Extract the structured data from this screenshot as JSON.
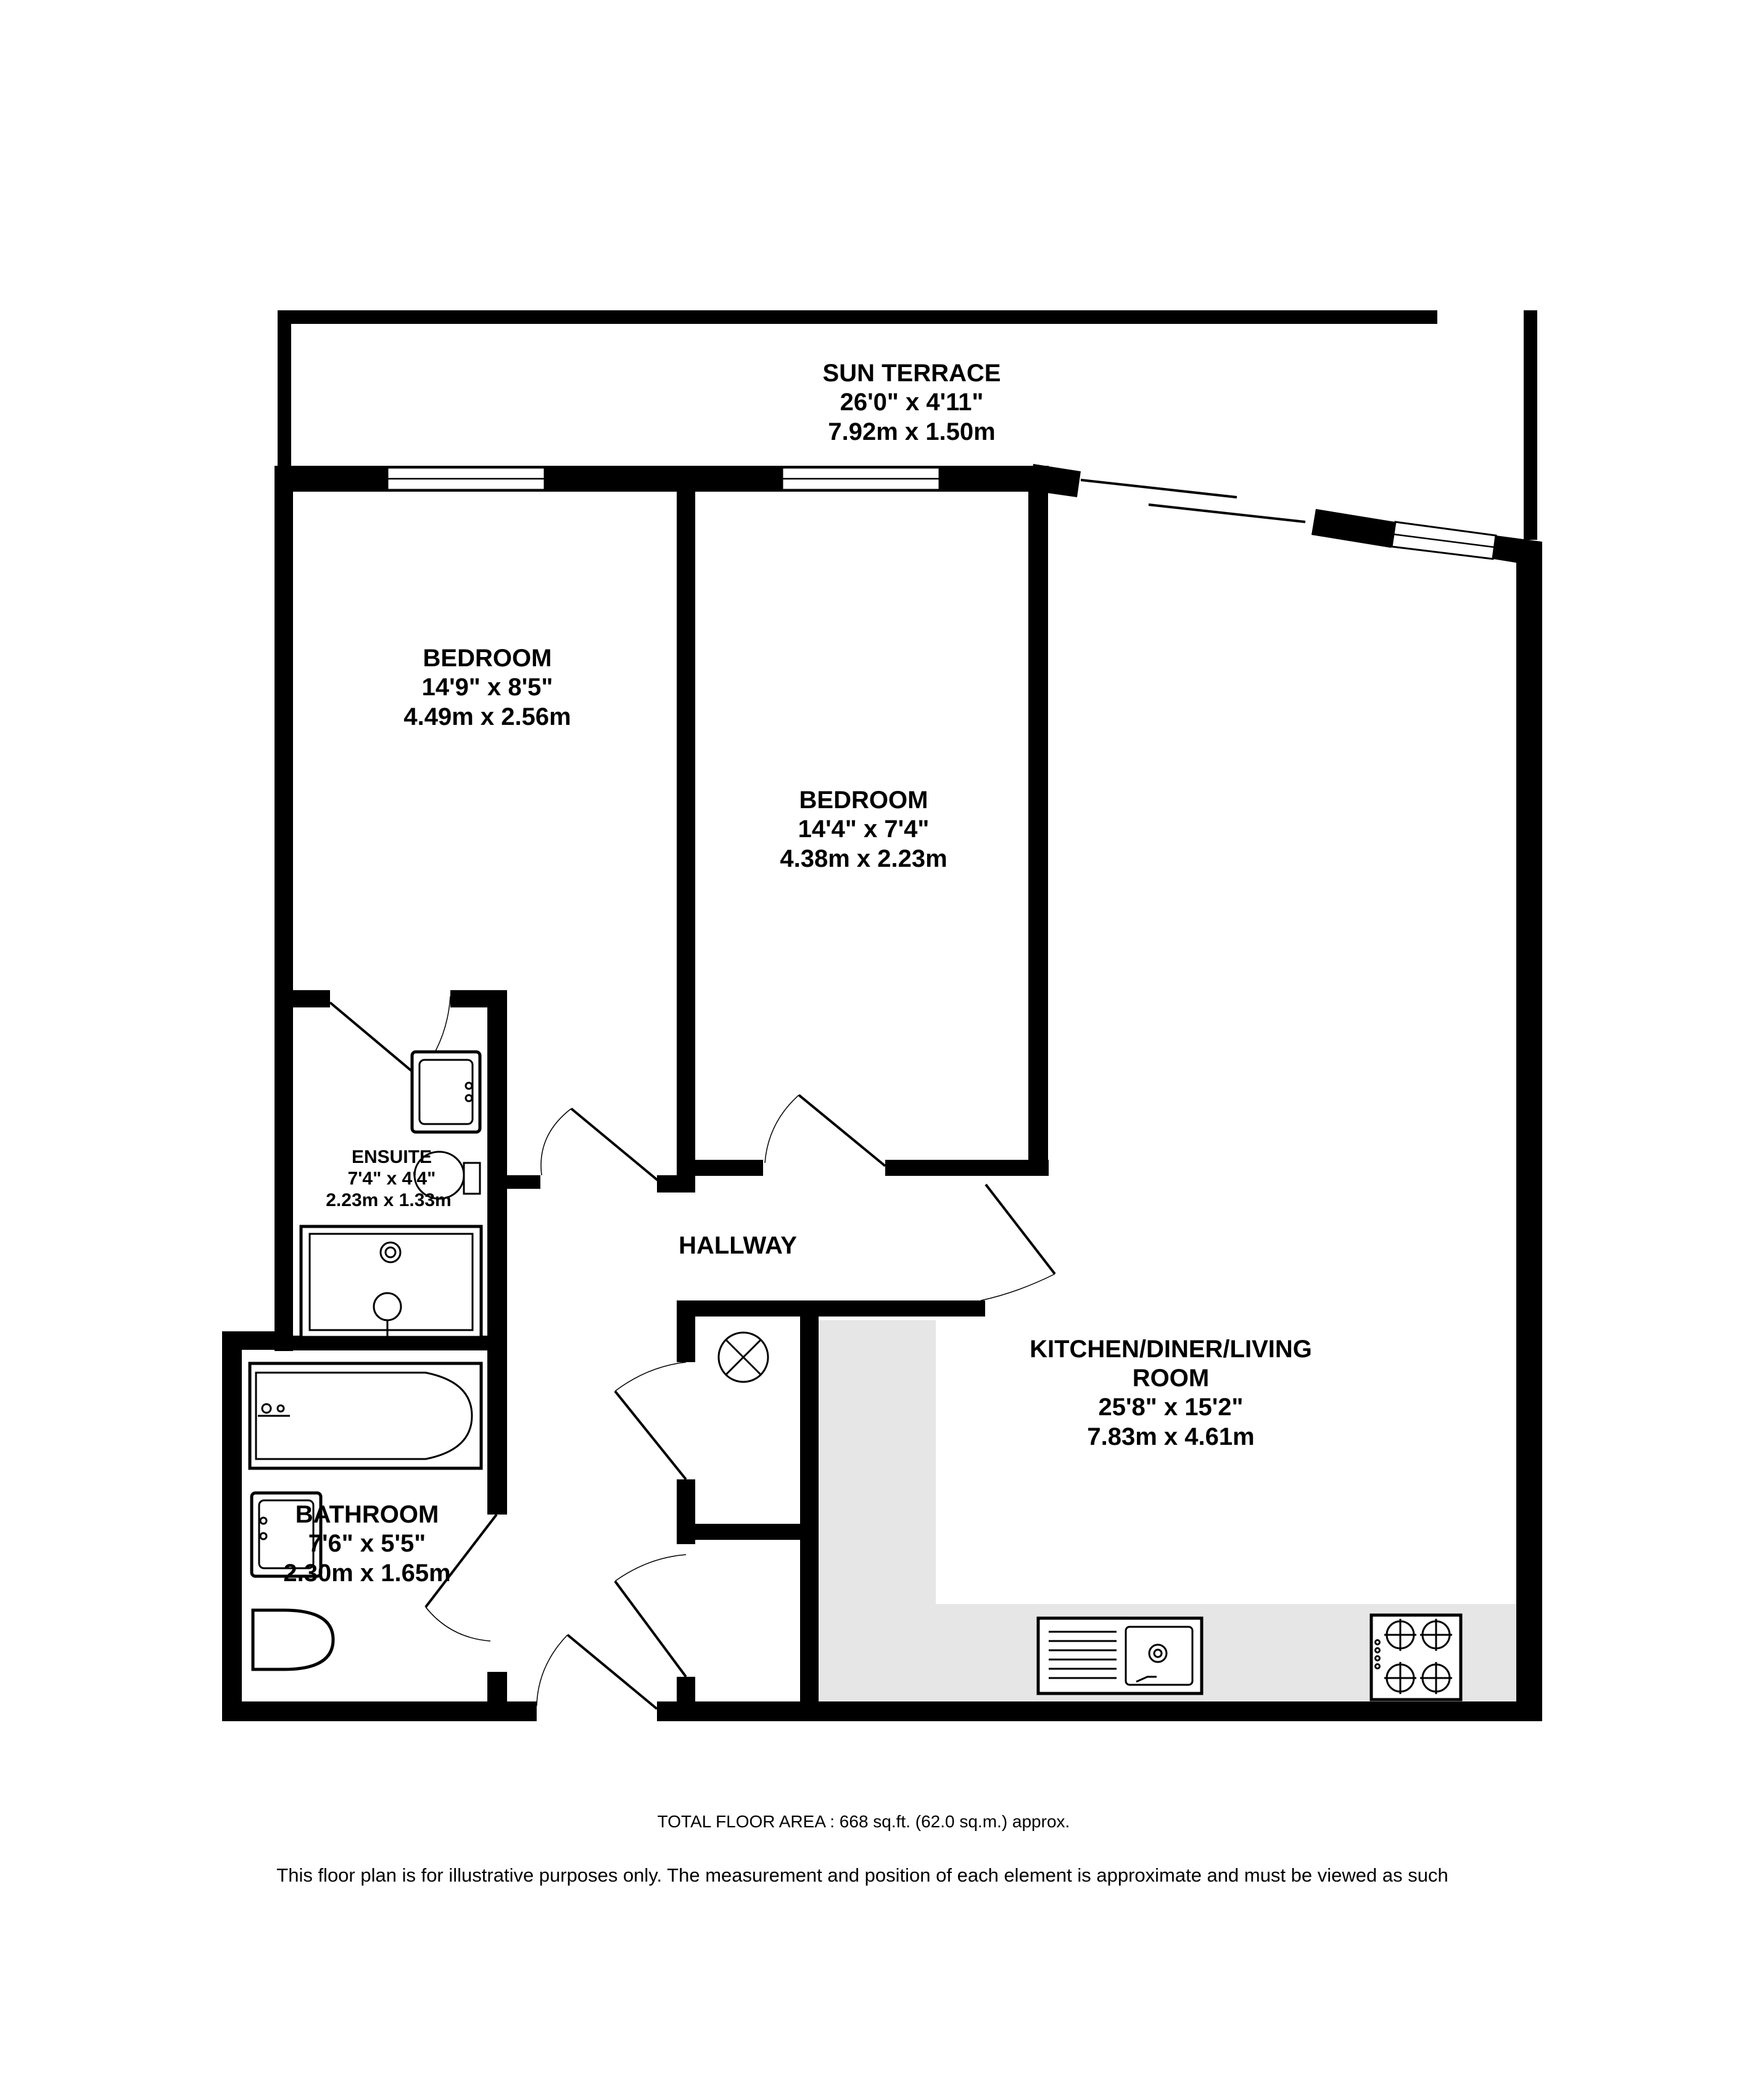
{
  "rooms": {
    "sun_terrace": {
      "name": "SUN TERRACE",
      "imperial": "26'0\"  x 4'11\"",
      "metric": "7.92m  x 1.50m"
    },
    "bedroom1": {
      "name": "BEDROOM",
      "imperial": "14'9\"  x 8'5\"",
      "metric": "4.49m  x 2.56m"
    },
    "bedroom2": {
      "name": "BEDROOM",
      "imperial": "14'4\"  x 7'4\"",
      "metric": "4.38m  x 2.23m"
    },
    "ensuite": {
      "name": "ENSUITE",
      "imperial": "7'4\"  x 4'4\"",
      "metric": "2.23m  x 1.33m"
    },
    "hallway": {
      "name": "HALLWAY"
    },
    "kitchen": {
      "name": "KITCHEN/DINER/LIVING",
      "name2": "ROOM",
      "imperial": "25'8\"  x 15'2\"",
      "metric": "7.83m  x 4.61m"
    },
    "bathroom": {
      "name": "BATHROOM",
      "imperial": "7'6\"  x 5'5\"",
      "metric": "2.30m  x 1.65m"
    }
  },
  "footer": {
    "total_area": "TOTAL FLOOR AREA : 668 sq.ft. (62.0 sq.m.) approx.",
    "disclaimer": "This floor plan is for illustrative purposes only. The measurement and position of each element is approximate and must be viewed as such"
  }
}
